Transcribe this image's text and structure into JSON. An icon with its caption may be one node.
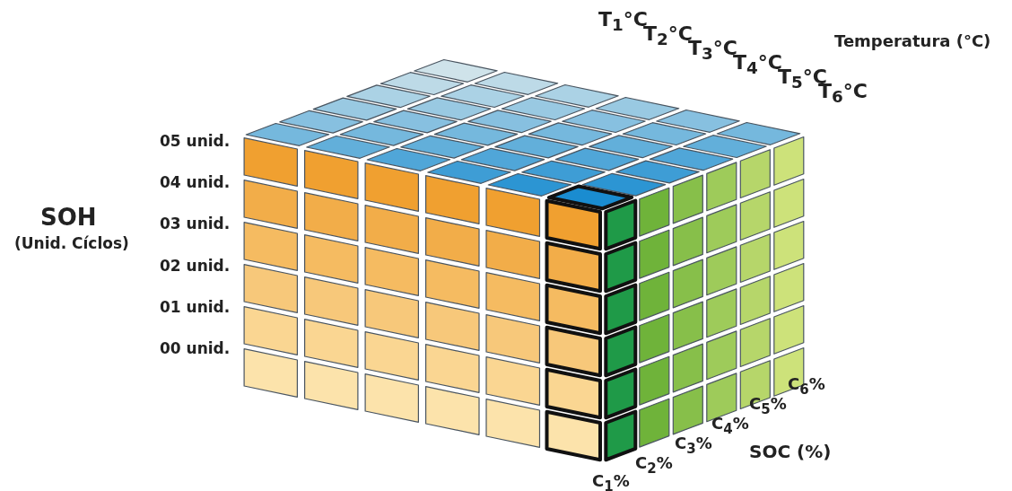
{
  "diagram": {
    "labels": [
      "T$_{1}$°C",
      "T$_{2}$°C",
      "T$_{3}$°C",
      "T$_{4}$°C",
      "T$_{5}$°C",
      "T$_{6}$°C",
      "Temperatura (°C)",
      "05 unid.",
      "04 unid.",
      "03 unid.",
      "02 unid.",
      "01 unid.",
      "00 unid.",
      "SOH",
      "(Unid. Cíclos)",
      "C$_{6}$%",
      "C$_{5}$%",
      "C$_{4}$%",
      "C$_{3}$%",
      "C$_{2}$%",
      "C$_{1}$%",
      "SOC (%)"
    ]
  }
}
